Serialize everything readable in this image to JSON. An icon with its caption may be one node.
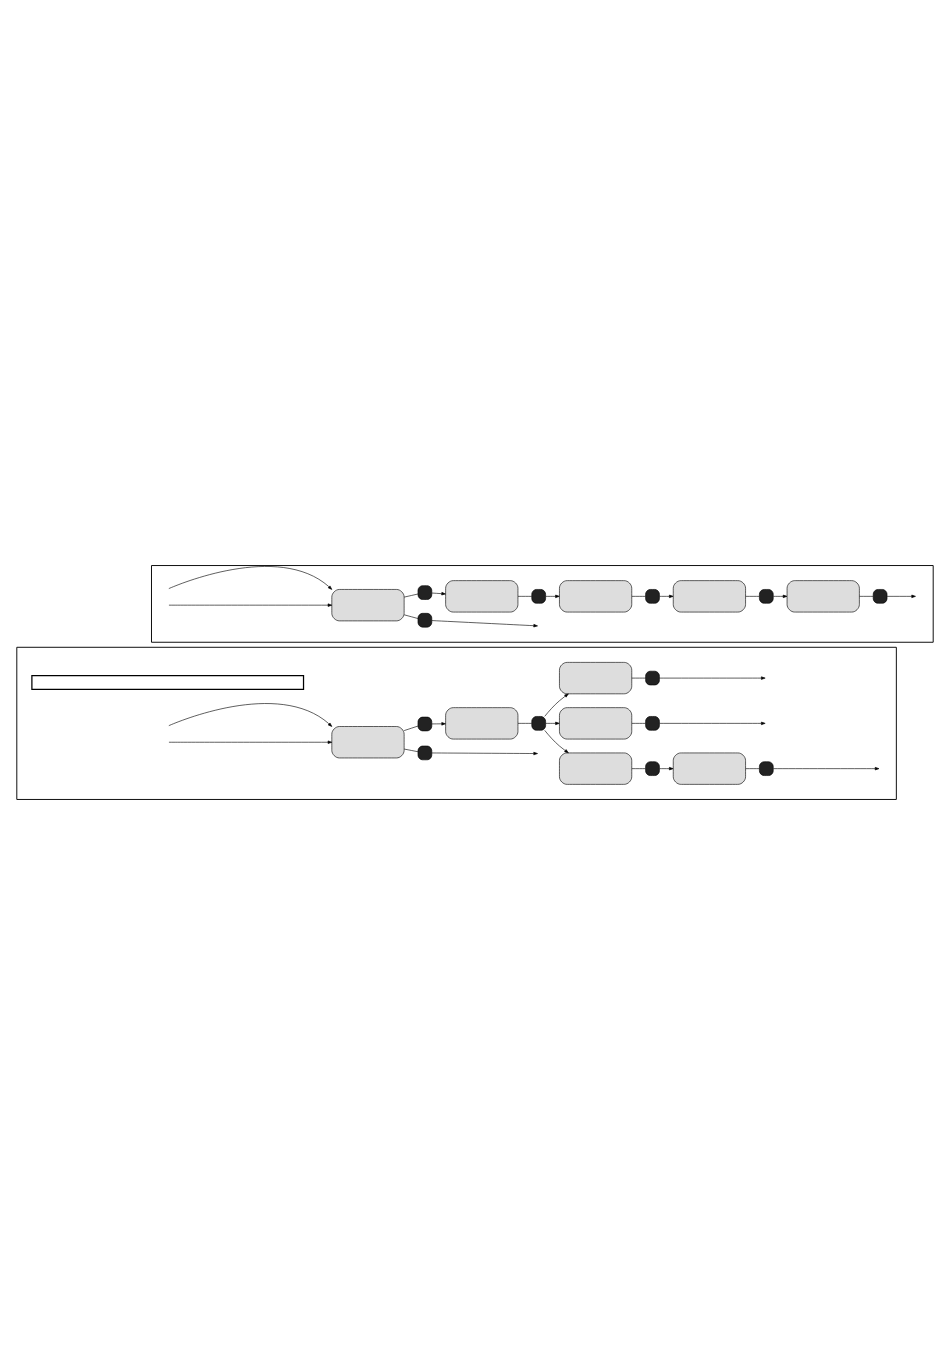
{
  "diagram": {
    "nodes": [
      {
        "text": [],
        "shape": "box"
      },
      {
        "text": [],
        "shape": "box",
        "in": 0
      },
      {
        "text": [],
        "shape": "button",
        "in": 0
      },
      {
        "text": [],
        "shape": "button",
        "in": 0
      },
      {
        "text": [],
        "shape": "box",
        "in": 0
      },
      {
        "text": [],
        "shape": "button",
        "in": 0
      },
      {
        "text": [],
        "shape": "box",
        "in": 0
      },
      {
        "text": [],
        "shape": "button",
        "in": 0
      },
      {
        "text": [],
        "shape": "box",
        "in": 0
      },
      {
        "text": [],
        "shape": "button",
        "in": 0
      },
      {
        "text": [],
        "shape": "box",
        "in": 0
      },
      {
        "text": [],
        "shape": "button",
        "in": 0
      },
      {
        "text": [],
        "shape": "box"
      },
      {
        "text": [],
        "shape": "bar",
        "in": 12
      },
      {
        "text": [],
        "shape": "box",
        "in": 12
      },
      {
        "text": [],
        "shape": "button",
        "in": 12
      },
      {
        "text": [],
        "shape": "button",
        "in": 12
      },
      {
        "text": [],
        "shape": "box",
        "in": 12
      },
      {
        "text": [],
        "shape": "button",
        "in": 12
      },
      {
        "text": [],
        "shape": "box",
        "in": 12
      },
      {
        "text": [],
        "shape": "button",
        "in": 12
      },
      {
        "text": [],
        "shape": "box",
        "in": 12
      },
      {
        "text": [],
        "shape": "button",
        "in": 12
      },
      {
        "text": [],
        "shape": "box",
        "in": 12
      },
      {
        "text": [],
        "shape": "button",
        "in": 12
      },
      {
        "text": [],
        "shape": "box",
        "in": 12
      },
      {
        "text": [],
        "shape": "button",
        "in": 12
      }
    ],
    "edges": [
      {
        "from": null,
        "to": 1,
        "arrow": "to"
      },
      {
        "from": null,
        "to": 1,
        "arrow": "to"
      },
      {
        "from": 1,
        "to": 3,
        "arrow": "none"
      },
      {
        "from": 3,
        "to": 4,
        "arrow": "to"
      },
      {
        "from": 4,
        "to": 5,
        "arrow": "none"
      },
      {
        "from": 5,
        "to": 6,
        "arrow": "to"
      },
      {
        "from": 6,
        "to": 7,
        "arrow": "none"
      },
      {
        "from": 7,
        "to": 8,
        "arrow": "to"
      },
      {
        "from": 8,
        "to": 9,
        "arrow": "none"
      },
      {
        "from": 9,
        "to": 10,
        "arrow": "to"
      },
      {
        "from": 10,
        "to": 11,
        "arrow": "none"
      },
      {
        "from": 11,
        "to": null,
        "arrow": "to"
      },
      {
        "from": 1,
        "to": 2,
        "arrow": "none"
      },
      {
        "from": 2,
        "to": null,
        "arrow": "to"
      },
      {
        "from": null,
        "to": 14,
        "arrow": "to"
      },
      {
        "from": null,
        "to": 14,
        "arrow": "to"
      },
      {
        "from": 14,
        "to": 16,
        "arrow": "none"
      },
      {
        "from": 16,
        "to": 17,
        "arrow": "to"
      },
      {
        "from": 17,
        "to": 18,
        "arrow": "none"
      },
      {
        "from": 18,
        "to": 19,
        "arrow": "to"
      },
      {
        "from": 18,
        "to": 23,
        "arrow": "to"
      },
      {
        "from": 18,
        "to": 25,
        "arrow": "to"
      },
      {
        "from": 19,
        "to": 20,
        "arrow": "none"
      },
      {
        "from": 20,
        "to": 21,
        "arrow": "to"
      },
      {
        "from": 21,
        "to": 22,
        "arrow": "none"
      },
      {
        "from": 22,
        "to": null,
        "arrow": "to"
      },
      {
        "from": 23,
        "to": 24,
        "arrow": "none"
      },
      {
        "from": 24,
        "to": null,
        "arrow": "to"
      },
      {
        "from": 25,
        "to": 26,
        "arrow": "none"
      },
      {
        "from": 26,
        "to": null,
        "arrow": "to"
      },
      {
        "from": 14,
        "to": 15,
        "arrow": "none"
      },
      {
        "from": 15,
        "to": null,
        "arrow": "to"
      }
    ]
  }
}
